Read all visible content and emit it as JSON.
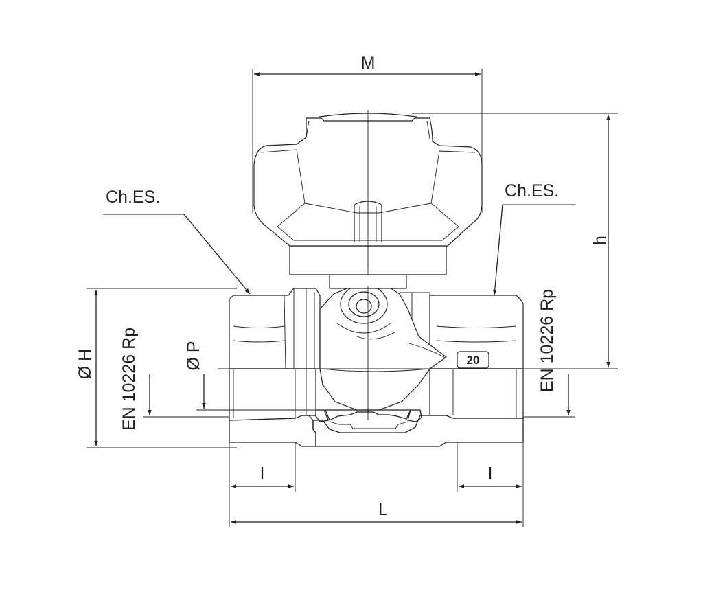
{
  "labels": {
    "M": "M",
    "h": "h",
    "L": "L",
    "l_left": "l",
    "l_right": "l",
    "diam_H": "Ø H",
    "diam_P": "Ø P",
    "ches_left": "Ch.ES.",
    "ches_right": "Ch.ES.",
    "thread_left": "EN 10226 Rp",
    "thread_right": "EN 10226 Rp",
    "size_badge": "20"
  },
  "colors": {
    "yellow_section": "#f3e82c",
    "green_section": "#8fcca0",
    "orange_seal": "#f28c28",
    "light_blue_ball": "#bfe3f2",
    "linework": "#231f20"
  }
}
